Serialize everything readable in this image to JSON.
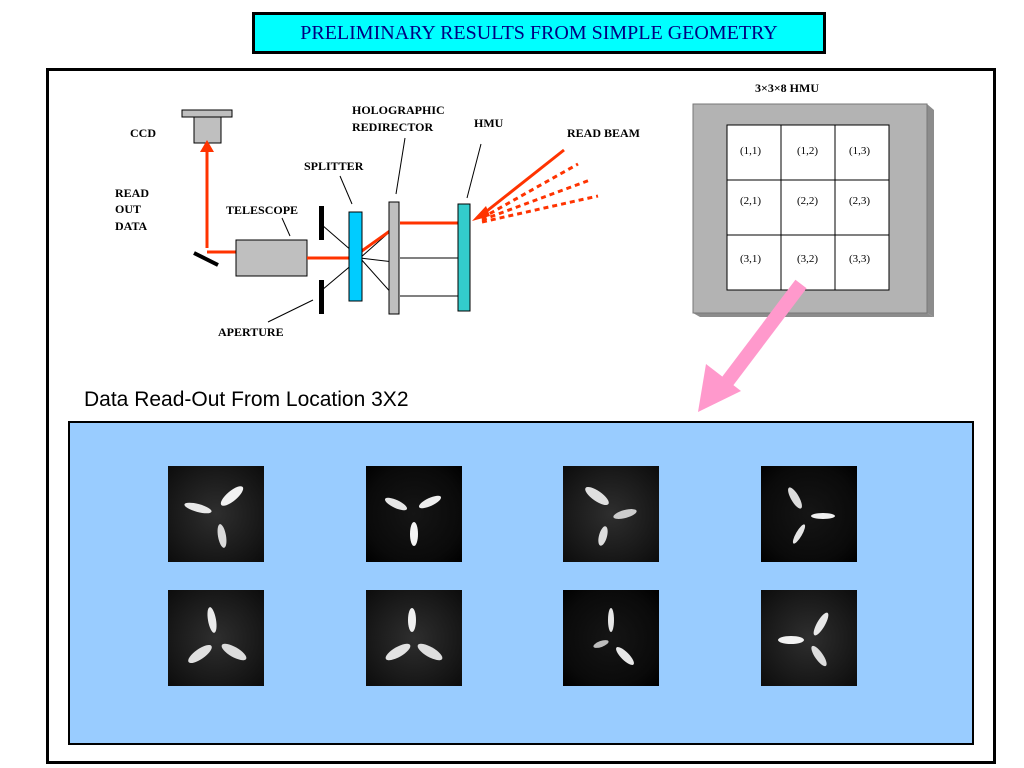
{
  "title": "PRELIMINARY RESULTS FROM SIMPLE GEOMETRY",
  "setup_labels": {
    "ccd": "CCD",
    "read_out_data": [
      "READ",
      "OUT",
      "DATA"
    ],
    "telescope": "TELESCOPE",
    "splitter": "SPLITTER",
    "holographic_redirector": [
      "HOLOGRAPHIC",
      "REDIRECTOR"
    ],
    "hmu": "HMU",
    "read_beam": "READ BEAM",
    "aperture": "APERTURE"
  },
  "hmu_grid": {
    "title": "3×3×8 HMU",
    "cells": [
      [
        "(1,1)",
        "(1,2)",
        "(1,3)"
      ],
      [
        "(2,1)",
        "(2,2)",
        "(2,3)"
      ],
      [
        "(3,1)",
        "(3,2)",
        "(3,3)"
      ]
    ]
  },
  "caption": "Data Read-Out From Location 3X2",
  "readout_images": [
    {
      "row": 1,
      "col": 1
    },
    {
      "row": 1,
      "col": 2
    },
    {
      "row": 1,
      "col": 3
    },
    {
      "row": 1,
      "col": 4
    },
    {
      "row": 2,
      "col": 1
    },
    {
      "row": 2,
      "col": 2
    },
    {
      "row": 2,
      "col": 3
    },
    {
      "row": 2,
      "col": 4
    }
  ],
  "colors": {
    "beam": "#ff3300",
    "splitter": "#00ccff",
    "hmu_plate": "#33cccc",
    "arrow": "#ff99cc",
    "panel": "#99ccff",
    "title_bg": "#00ffff",
    "title_text": "#000080"
  }
}
